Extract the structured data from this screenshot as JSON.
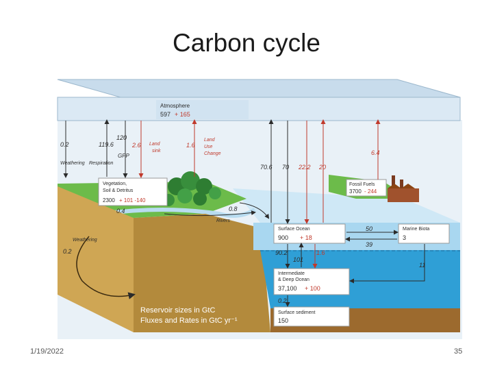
{
  "slide": {
    "title": "Carbon cycle",
    "date": "1/19/2022",
    "page": "35"
  },
  "reservoirs": {
    "atmosphere": {
      "name": "Atmosphere",
      "base": "597",
      "change": "+ 165"
    },
    "vegetation": {
      "name_line1": "Vegetation,",
      "name_line2": "Soil & Detritus",
      "base": "2300",
      "change": "+ 101 -140"
    },
    "fossil": {
      "name": "Fossil Fuels",
      "base": "3700",
      "change": "- 244"
    },
    "surface_ocean": {
      "name": "Surface Ocean",
      "base": "900",
      "change": "+ 18"
    },
    "marine_biota": {
      "name": "Marine Biota",
      "base": "3"
    },
    "deep_ocean": {
      "name_line1": "Intermediate",
      "name_line2": "& Deep Ocean",
      "base": "37,100",
      "change": "+ 100"
    },
    "sediment": {
      "name": "Surface sediment",
      "base": "150"
    }
  },
  "fluxes": {
    "weathering_top": "0.2",
    "weathering_top_label": "Weathering",
    "respiration": "119.6",
    "respiration_label": "Respiration",
    "gpp": "120",
    "gpp_label": "GPP",
    "land_sink": "2.6",
    "land_sink_label_1": "Land",
    "land_sink_label_2": "sink",
    "land_use": "1.6",
    "land_use_label_1": "Land",
    "land_use_label_2": "Use",
    "land_use_label_3": "Change",
    "ocean_up": "70.6",
    "ocean_down": "70",
    "ocean_down_anthro": "22.2",
    "ocean_up_anthro": "20",
    "fossil_emission": "6.4",
    "rivers": "0.4",
    "rivers_label": "Rivers",
    "rivers_to_ocean": "0.8",
    "weathering_low": "0.2",
    "weathering_low_label": "Weathering",
    "biota_out": "50",
    "biota_in": "39",
    "down_mix": "90.2",
    "up_mix": "101",
    "anthro_mix": "1.6",
    "biota_to_deep": "11",
    "to_sediment": "0.2"
  },
  "legend": {
    "line1": "Reservoir sizes in GtC",
    "line2": "Fluxes and Rates in GtC yr⁻¹"
  },
  "colors": {
    "sky": "#d6e6f2",
    "ocean": "#2f9fd6",
    "surface_water": "#8fcbea",
    "land": "#c9a24e",
    "grass": "#67b548",
    "anthro": "#c0392b"
  }
}
